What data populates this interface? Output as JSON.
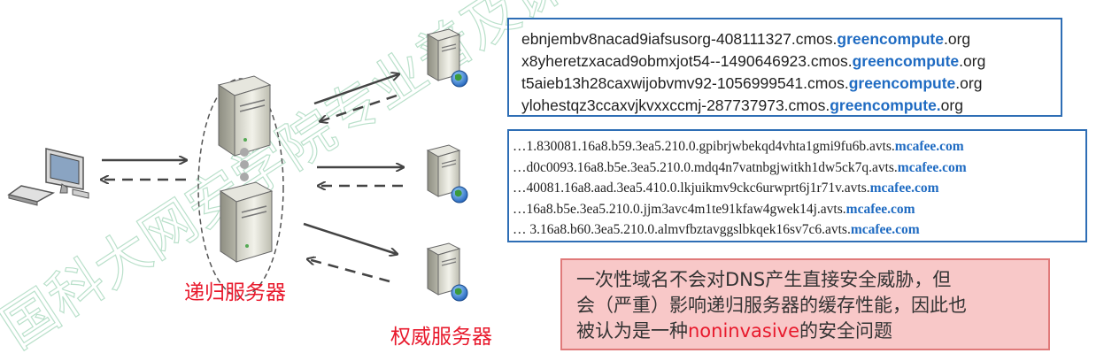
{
  "watermark": "国科大网安学院专业普及课程",
  "labels": {
    "recursive_server": "递归服务器",
    "authoritative_server": "权威服务器"
  },
  "box_greencompute": [
    {
      "prefix": "ebnjembv8nacad9iafsusorg-408111327.cmos.",
      "highlight": "greencompute",
      "suffix": ".org"
    },
    {
      "prefix": "x8yheretzxacad9obmxjot54--1490646923.cmos.",
      "highlight": "greencompute",
      "suffix": ".org"
    },
    {
      "prefix": "t5aieb13h28caxwijobvmv92-1056999541.cmos.",
      "highlight": "greencompute",
      "suffix": ".org"
    },
    {
      "prefix": "ylohestqz3ccaxvjkvxxccmj-287737973.cmos.",
      "highlight": "greencompute.",
      "suffix": "org"
    }
  ],
  "box_mcafee": [
    {
      "prefix": "…1.830081.16a8.b59.3ea5.210.0.gpibrjwbekqd4vhta1gmi9fu6b.avts.",
      "highlight": "mcafee.com"
    },
    {
      "prefix": "…d0c0093.16a8.b5e.3ea5.210.0.mdq4n7vatnbgjwitkh1dw5ck7q.avts.",
      "highlight": "mcafee.com"
    },
    {
      "prefix": "…40081.16a8.aad.3ea5.410.0.lkjuikmv9ckc6urwprt6j1r71v.avts.",
      "highlight": "mcafee.com"
    },
    {
      "prefix": "…16a8.b5e.3ea5.210.0.jjm3avc4m1te91kfaw4gwek14j.avts.",
      "highlight": "mcafee.com"
    },
    {
      "prefix": "… 3.16a8.b60.3ea5.210.0.almvfbztavggslbkqek16sv7c6.avts.",
      "highlight": "mcafee.com"
    }
  ],
  "note": {
    "line1": "一次性域名不会对DNS产生直接安全威胁，但",
    "line2": "会（严重）影响递归服务器的缓存性能，因此也",
    "line3_pre": "被认为是一种",
    "line3_red": "noninvasive",
    "line3_post": "的安全问题"
  },
  "colors": {
    "accent_blue": "#1f6bc2",
    "label_red": "#e8192c",
    "note_bg": "#f8c8c8",
    "watermark_green": "#3aa86b"
  },
  "icons": [
    "computer-icon",
    "server-icon",
    "globe-server-icon",
    "arrow-icon"
  ]
}
